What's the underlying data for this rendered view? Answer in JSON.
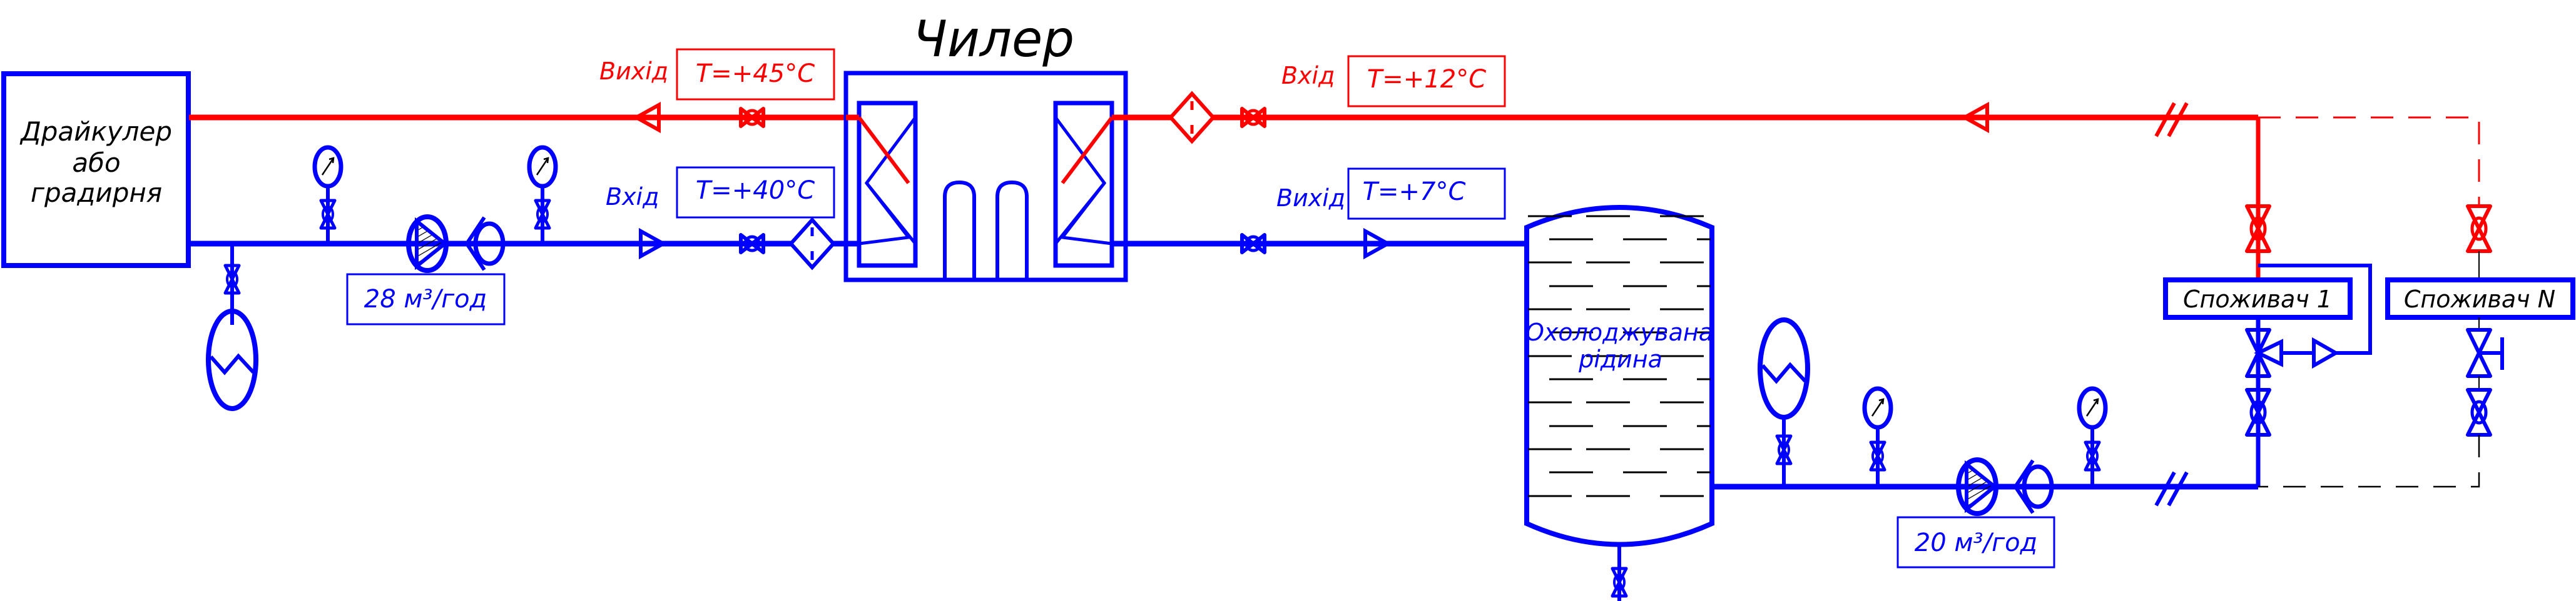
{
  "title": "Чилер",
  "colors": {
    "hot_line": "#ff0000",
    "cold_line": "#0000ff",
    "text": "#000000"
  },
  "dry_cooler": {
    "label_lines": [
      "Драйкулер",
      "або",
      "градирня"
    ]
  },
  "chiller": {
    "title": "Чилер"
  },
  "condenser_loop": {
    "outlet": {
      "label": "Вихід",
      "temperature": "T=+45°C"
    },
    "inlet": {
      "label": "Вхід",
      "temperature": "T=+40°C"
    },
    "pump_flow": "28 м³/год"
  },
  "evaporator_loop": {
    "inlet": {
      "label": "Вхід",
      "temperature": "T=+12°C"
    },
    "outlet": {
      "label": "Вихід",
      "temperature": "T=+7°C"
    },
    "pump_flow": "20 м³/год"
  },
  "buffer_tank": {
    "label_lines": [
      "Охолоджувана",
      "рідина"
    ]
  },
  "consumers": [
    {
      "label": "Споживач 1"
    },
    {
      "label": "Споживач N"
    }
  ],
  "icons": [
    "ball-valve-icon",
    "flow-arrow-icon",
    "filter-icon",
    "pump-icon",
    "check-valve-icon",
    "pressure-gauge-icon",
    "expansion-tank-icon",
    "three-way-valve-icon",
    "balancing-valve-icon",
    "pipe-break-icon"
  ]
}
